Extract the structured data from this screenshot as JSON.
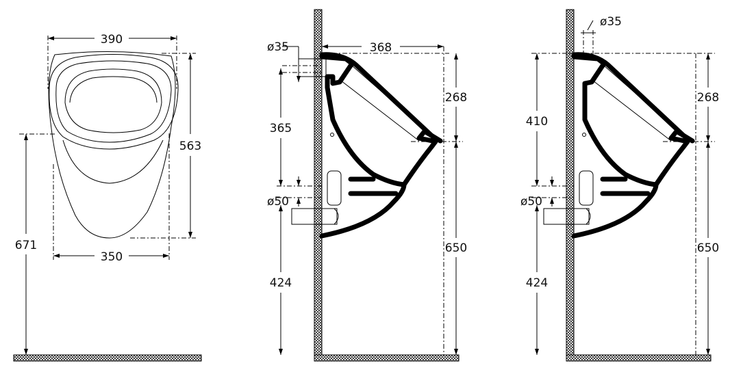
{
  "front_view": {
    "width_top": "390",
    "width_bottom": "350",
    "height_total": "563",
    "height_rim": "671"
  },
  "side_view_a": {
    "inlet_diameter": "ø35",
    "depth": "368",
    "inlet_height": "268",
    "inlet_to_outlet": "365",
    "outlet_diameter": "ø50",
    "outlet_height": "424",
    "rim_height": "650"
  },
  "side_view_b": {
    "inlet_diameter": "ø35",
    "inlet_height": "268",
    "inlet_to_outlet": "410",
    "outlet_diameter": "ø50",
    "outlet_height": "424",
    "rim_height": "650"
  }
}
